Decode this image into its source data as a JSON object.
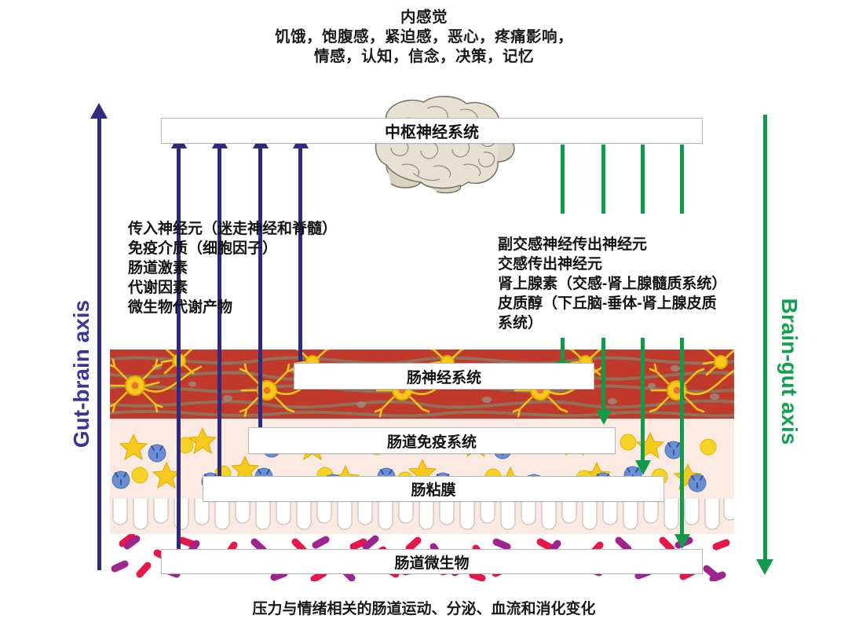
{
  "interoception": {
    "line1": "内感觉",
    "line2": "饥饿，饱腹感，紧迫感，恶心，疼痛影响，",
    "line3": "情感，认知，信念，决策，记忆"
  },
  "axes": {
    "left": {
      "label": "Gut-brain axis",
      "color": "#3b3597",
      "direction": "up"
    },
    "right": {
      "label": "Brain-gut axis",
      "color": "#12a24f",
      "direction": "down"
    }
  },
  "boxes": {
    "cns": "中枢神经系统",
    "ens": "肠神经系统",
    "immune": "肠道免疫系统",
    "mucosa": "肠粘膜",
    "microbiome": "肠道微生物"
  },
  "annotations": {
    "afferent": {
      "color": "#2e2a80",
      "lines": [
        "传入神经元（迷走神经和脊髓）",
        "免疫介质（细胞因子）",
        "肠道激素",
        "代谢因素",
        "微生物代谢产物"
      ]
    },
    "efferent": {
      "color": "#0f9b4a",
      "lines": [
        "副交感神经传出神经元",
        "交感传出神经元",
        "肾上腺素（交感-肾上腺髓质系统）",
        "皮质醇（下丘脑-垂体-肾上腺皮质",
        "系统）"
      ]
    }
  },
  "bottom_caption": "压力与情绪相关的肠道运动、分泌、血流和消化变化",
  "colors": {
    "afferent_arrow": "#2e2a80",
    "efferent_arrow": "#0f9b4a",
    "muscle_layer": "#c0392b",
    "lamina_layer": "#fbeae2",
    "neuron_yellow": "#f5c518",
    "immune_blue": "#6b8fd4",
    "bacteria_magenta": "#a0248f",
    "bacteria_red": "#e8174a",
    "brain_beige": "#ded8c6"
  },
  "icons": {
    "brain": "brain-illustration",
    "neuron": "neuron-icon",
    "antibody": "antibody-icon",
    "cytokine": "cytokine-star-icon",
    "bacterium": "bacterium-rod-icon"
  }
}
